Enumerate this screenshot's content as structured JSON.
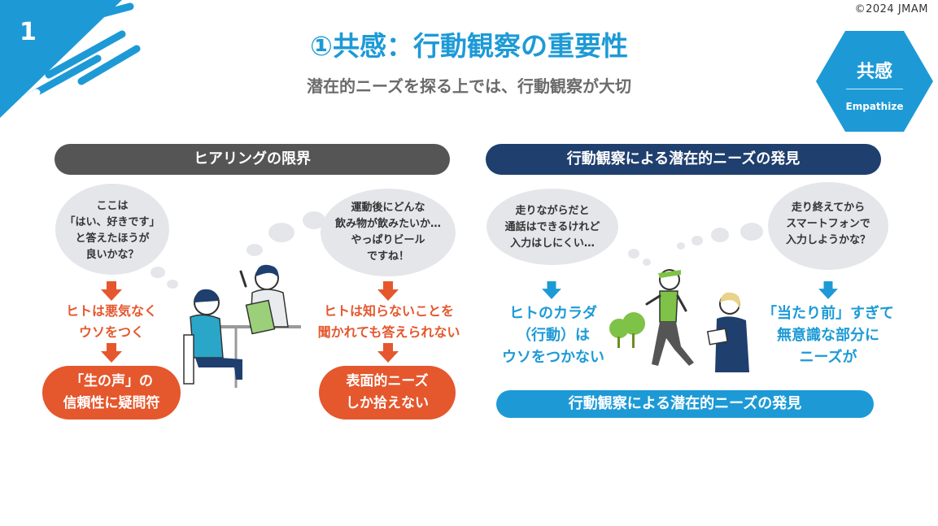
{
  "header": {
    "slide_number": "1",
    "copyright": "©2024 JMAM",
    "title": "①共感：行動観察の重要性",
    "subtitle": "潜在的ニーズを探る上では、行動観察が大切"
  },
  "badge": {
    "label": "共感",
    "sub": "Empathize"
  },
  "left": {
    "band": "ヒアリングの限界",
    "bubble1": [
      "ここは",
      "「はい、好きです」",
      "と答えたほうが",
      "良いかな？"
    ],
    "bubble2": [
      "運動後にどんな",
      "飲み物が飲みたいか…",
      "やっぱりビール",
      "ですね！"
    ],
    "result1": [
      "ヒトは悪気なく",
      "ウソをつく"
    ],
    "result2": [
      "ヒトは知らないことを",
      "聞かれても答えられない"
    ],
    "pill1": [
      "「生の声」の",
      "信頼性に疑問符"
    ],
    "pill2": [
      "表面的ニーズ",
      "しか拾えない"
    ]
  },
  "right": {
    "band": "行動観察による潜在的ニーズの発見",
    "bubble1": [
      "走りながらだと",
      "通話はできるけれど",
      "入力はしにくい…"
    ],
    "bubble2": [
      "走り終えてから",
      "スマートフォンで",
      "入力しようかな？"
    ],
    "result1": [
      "ヒトのカラダ",
      "（行動）は",
      "ウソをつかない"
    ],
    "result2": [
      "「当たり前」すぎて",
      "無意識な部分に",
      "ニーズが"
    ],
    "pill": "行動観察による潜在的ニーズの発見"
  },
  "colors": {
    "accent_blue": "#1d9ad6",
    "accent_red": "#e5572d",
    "navy": "#1f3f6e",
    "gray": "#555555"
  }
}
